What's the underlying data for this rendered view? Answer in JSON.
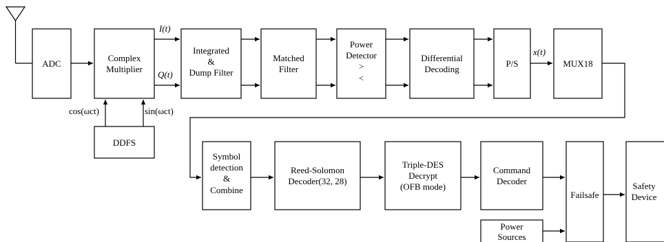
{
  "blocks": {
    "adc": "ADC",
    "complex_multiplier": [
      "Complex",
      "Multiplier"
    ],
    "integrate_dump": [
      "Integrated",
      "&",
      "Dump Filter"
    ],
    "matched_filter": [
      "Matched",
      "Filter"
    ],
    "power_detector": [
      "Power",
      "Detector",
      ">",
      "<"
    ],
    "differential_decoding": [
      "Differential",
      "Decoding"
    ],
    "ps": "P/S",
    "mux": "MUX18",
    "ddfs": "DDFS",
    "symbol_detection": [
      "Symbol",
      "detection",
      "&",
      "Combine"
    ],
    "reed_solomon": [
      "Reed-Solomon",
      "Decoder(32, 28)"
    ],
    "triple_des": [
      "Triple-DES",
      "Decrypt",
      "(OFB mode)"
    ],
    "command_decoder": [
      "Command",
      "Decoder"
    ],
    "failsafe": "Failsafe",
    "safety_device": [
      "Safety",
      "Device"
    ],
    "power_sources": [
      "Power",
      "Sources"
    ]
  },
  "signals": {
    "i_label": "I(t)",
    "q_label": "Q(t)",
    "x_label": "x(t)",
    "cos_label": "cos(ωct)",
    "sin_label": "sin(ωct)"
  },
  "colors": {
    "stroke": "#000000",
    "background": "#ffffff"
  }
}
